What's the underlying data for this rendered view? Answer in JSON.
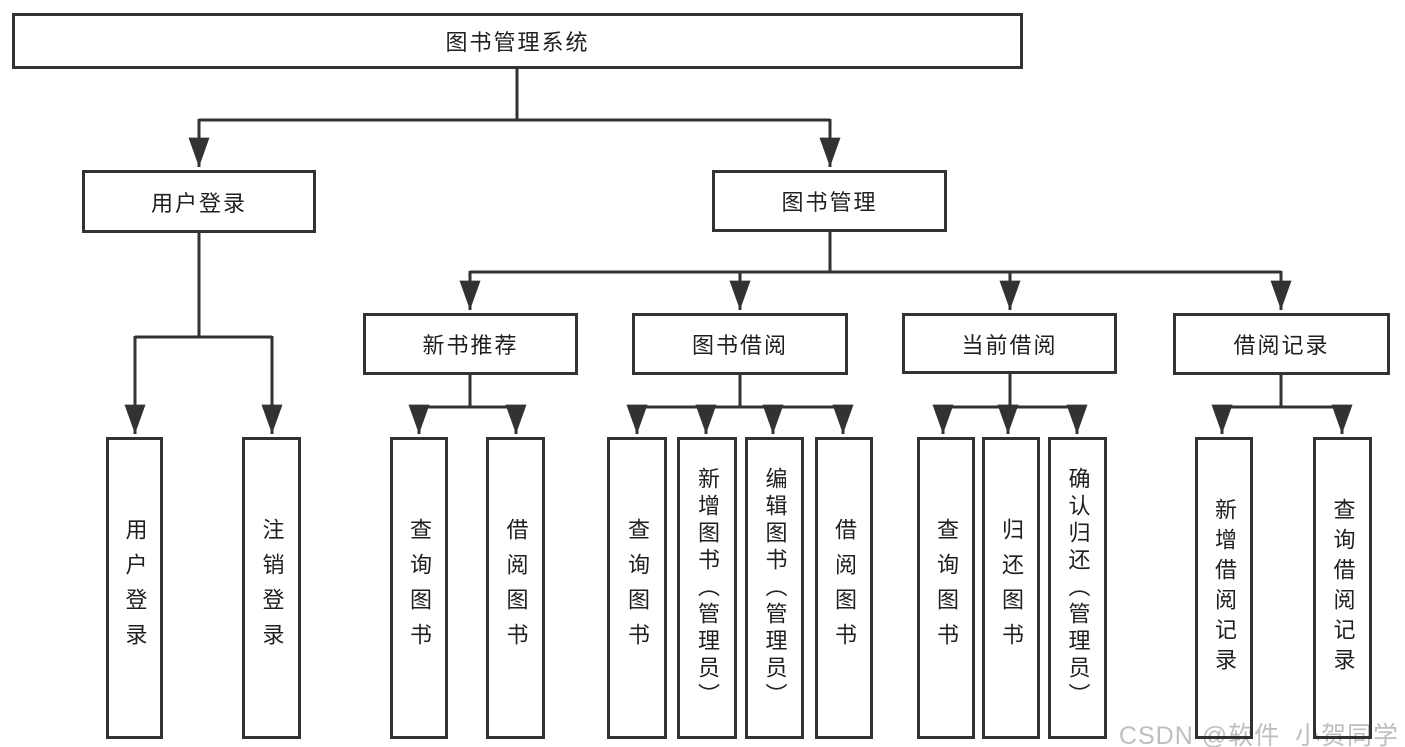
{
  "diagram_title": "图书管理系统",
  "colors": {
    "line": "#323232",
    "text": "#1f1f1f",
    "background": "#ffffff",
    "watermark": "rgba(40,40,40,0.30)"
  },
  "nodes": {
    "root": {
      "label": "图书管理系统"
    },
    "user_login": {
      "label": "用户登录"
    },
    "book_mgmt": {
      "label": "图书管理"
    },
    "new_book_rec": {
      "label": "新书推荐"
    },
    "book_borrow": {
      "label": "图书借阅"
    },
    "current_borrow": {
      "label": "当前借阅"
    },
    "borrow_record": {
      "label": "借阅记录"
    },
    "leaf_user_login": {
      "label": "用户登录"
    },
    "leaf_logout": {
      "label": "注销登录"
    },
    "leaf_query_book_1": {
      "label": "查询图书"
    },
    "leaf_borrow_book_1": {
      "label": "借阅图书"
    },
    "leaf_query_book_2": {
      "label": "查询图书"
    },
    "leaf_add_book": {
      "label": "新增图书（管理员）"
    },
    "leaf_edit_book": {
      "label": "编辑图书（管理员）"
    },
    "leaf_borrow_book_2": {
      "label": "借阅图书"
    },
    "leaf_query_book_3": {
      "label": "查询图书"
    },
    "leaf_return_book": {
      "label": "归还图书"
    },
    "leaf_confirm_return": {
      "label": "确认归还（管理员）"
    },
    "leaf_add_record": {
      "label": "新增借阅记录"
    },
    "leaf_query_record": {
      "label": "查询借阅记录"
    }
  },
  "watermark": "CSDN @软件_小贺同学"
}
